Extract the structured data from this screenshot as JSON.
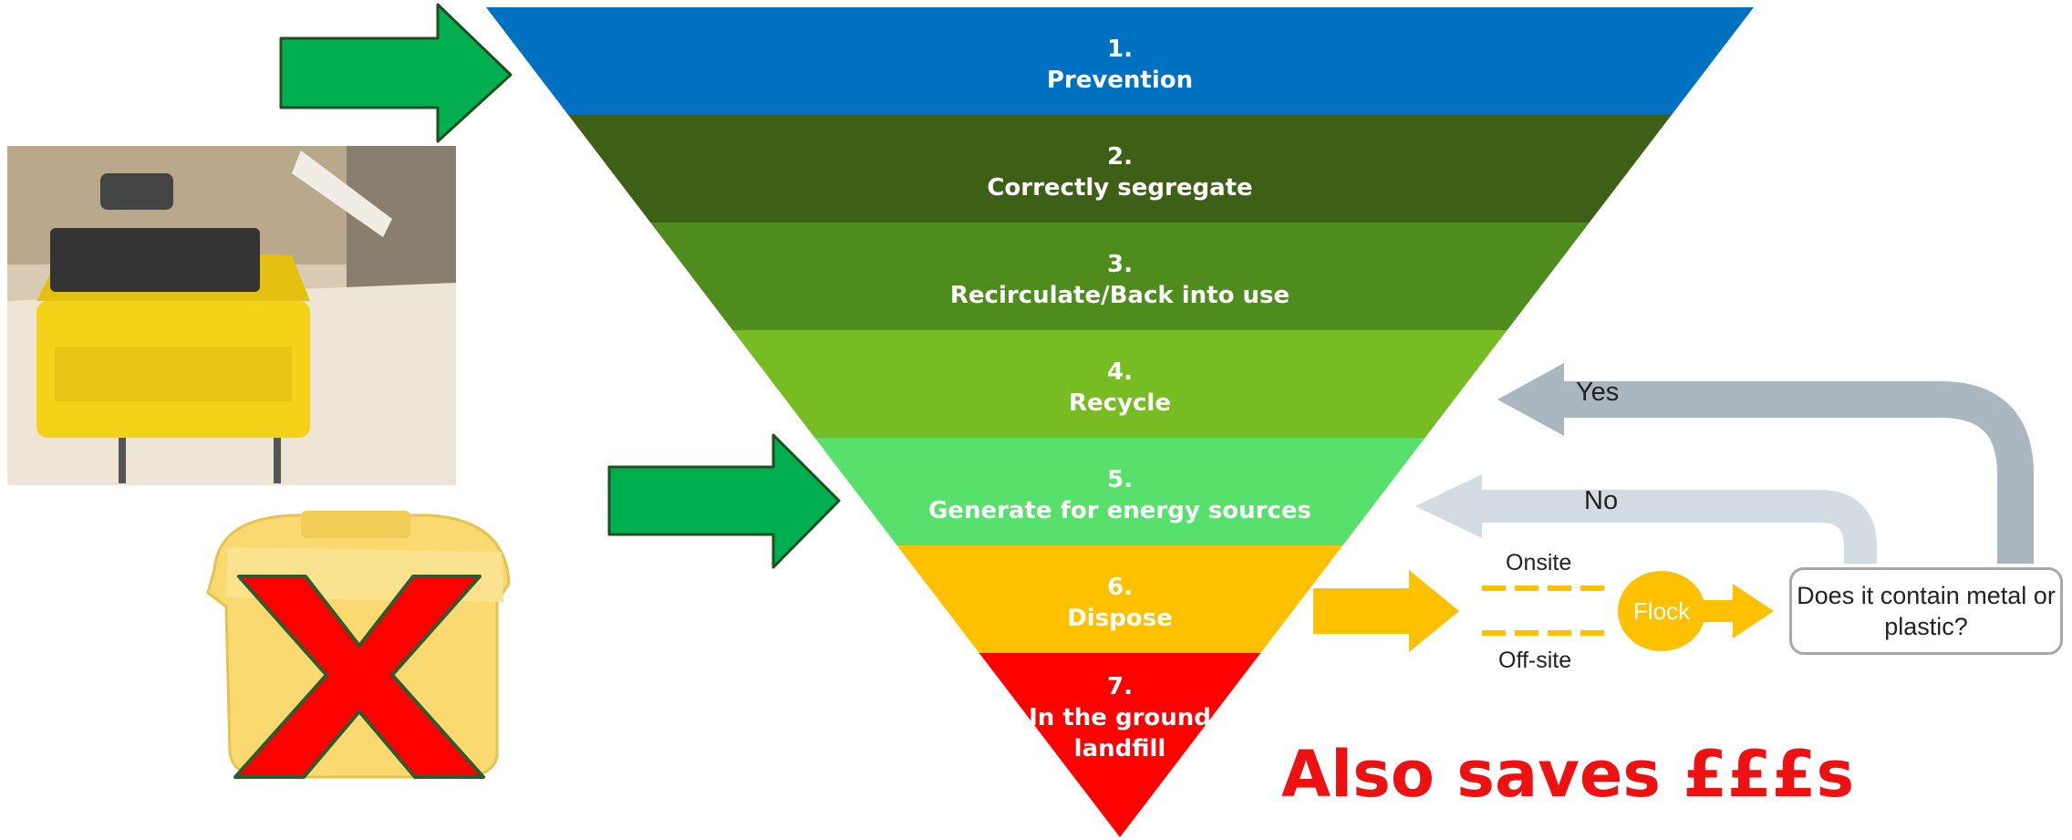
{
  "hierarchy": {
    "tiers": [
      {
        "number": "1.",
        "lines": [
          "Prevention"
        ],
        "color": "#0070c0"
      },
      {
        "number": "2.",
        "lines": [
          "Correctly segregate"
        ],
        "color": "#3d6016"
      },
      {
        "number": "3.",
        "lines": [
          "Recirculate/Back into use"
        ],
        "color": "#4f8c1e"
      },
      {
        "number": "4.",
        "lines": [
          "Recycle"
        ],
        "color": "#76bc22"
      },
      {
        "number": "5.",
        "lines": [
          "Generate for energy sources"
        ],
        "color": "#57e06c"
      },
      {
        "number": "6.",
        "lines": [
          "Dispose"
        ],
        "color": "#ffc000"
      },
      {
        "number": "7.",
        "lines": [
          "In the ground",
          "landfill"
        ],
        "color": "#ff0000"
      }
    ]
  },
  "flow": {
    "yes_label": "Yes",
    "no_label": "No",
    "onsite_label": "Onsite",
    "offsite_label": "Off-site",
    "flock_label": "Flock",
    "question": "Does it contain metal or plastic?"
  },
  "footer": {
    "saves_text": "Also saves £££s"
  },
  "colors": {
    "green_arrow": "#00b050",
    "arrow_outline": "#1f4e1f",
    "flow_grey": "#aab6c0",
    "flow_grey_light": "#d3dce3",
    "flow_yellow": "#ffc000",
    "red_cross": "#ff0000"
  }
}
